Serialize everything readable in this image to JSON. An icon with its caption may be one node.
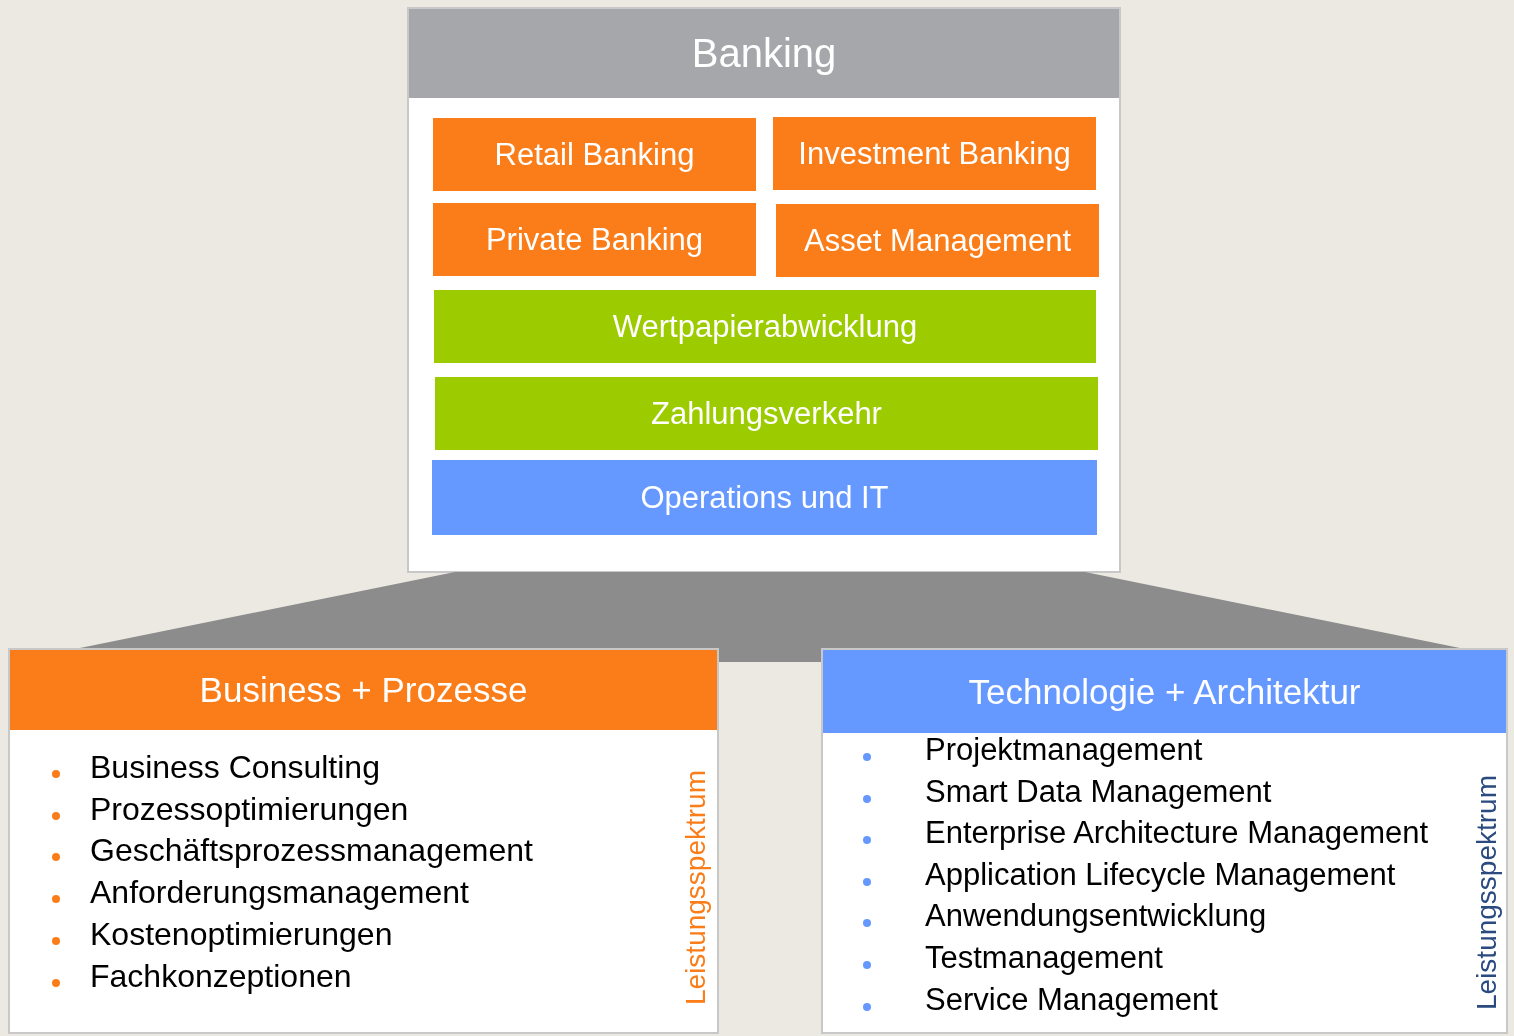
{
  "diagram": {
    "nodes": [
      {
        "text": [
          "Banking"
        ]
      },
      {
        "text": [
          "Retail Banking"
        ],
        "in": 0
      },
      {
        "text": [
          "Investment Banking"
        ],
        "in": 0
      },
      {
        "text": [
          "Private Banking"
        ],
        "in": 0
      },
      {
        "text": [
          "Asset Management"
        ],
        "in": 0
      },
      {
        "text": [
          "Wertpapierabwicklung"
        ],
        "in": 0
      },
      {
        "text": [
          "Zahlungsverkehr"
        ],
        "in": 0
      },
      {
        "text": [
          "Operations und IT"
        ],
        "in": 0
      },
      {
        "text": [],
        "shape": "trapezoid"
      },
      {
        "text": [
          "Business + Prozesse",
          "Business Consulting",
          "Prozessoptimierungen",
          "Geschäftsprozessmanagement",
          "Anforderungsmanagement",
          "Kostenoptimierungen",
          "Fachkonzeptionen",
          "Leistungsspektrum"
        ]
      },
      {
        "text": [
          "Technologie + Architektur",
          "Projektmanagement",
          "Smart Data Management",
          "Enterprise Architecture Management",
          "Application Lifecycle Management",
          "Anwendungsentwicklung",
          "Testmanagement",
          "Service Management",
          "Leistungsspektrum"
        ]
      }
    ]
  }
}
